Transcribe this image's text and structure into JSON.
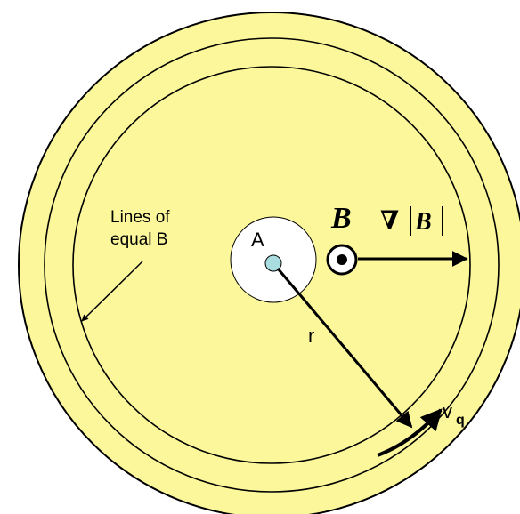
{
  "labels": {
    "contour_line1": "Lines of",
    "contour_line2": "equal B",
    "center": "A",
    "radius": "r",
    "field": "B",
    "gradient_symbol": "∇",
    "gradient_field": "B",
    "velocity": "v",
    "velocity_sub": "q"
  },
  "colors": {
    "background_disk": "#fbf79a",
    "inner_disk": "#ffffff",
    "center_dot": "#a9dde0",
    "stroke": "#000000"
  },
  "icons": {
    "field_symbol": "out-of-page-dot-icon"
  }
}
